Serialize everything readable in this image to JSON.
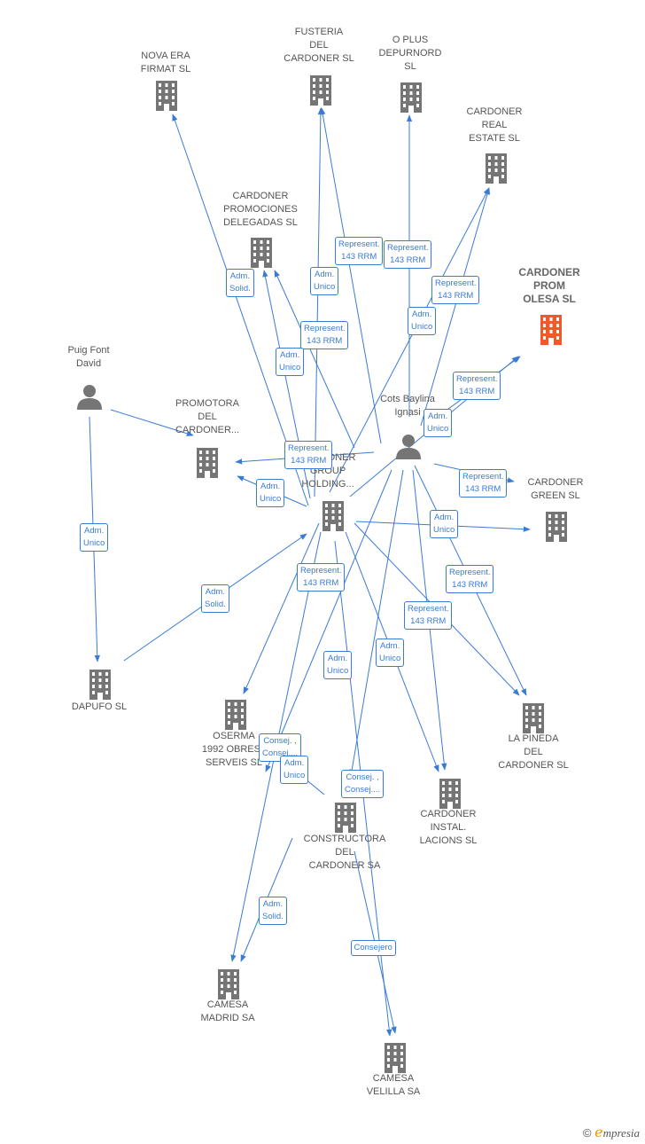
{
  "colors": {
    "edge": "#3a7bd5",
    "company": "#757575",
    "highlight": "#f05a28",
    "person": "#757575"
  },
  "nodes": [
    {
      "id": "nova",
      "label": "NOVA ERA\nFIRMAT  SL",
      "type": "company"
    },
    {
      "id": "fust",
      "label": "FUSTERIA\nDEL\nCARDONER  SL",
      "type": "company"
    },
    {
      "id": "oplus",
      "label": "O PLUS\nDEPURNORD\nSL",
      "type": "company"
    },
    {
      "id": "real",
      "label": "CARDONER\nREAL\nESTATE  SL",
      "type": "company"
    },
    {
      "id": "promdel",
      "label": "CARDONER\nPROMOCIONES\nDELEGADAS  SL",
      "type": "company"
    },
    {
      "id": "olesa",
      "label": "CARDONER\nPROM\nOLESA  SL",
      "type": "highlight"
    },
    {
      "id": "puig",
      "label": "Puig Font\nDavid",
      "type": "person"
    },
    {
      "id": "promotora",
      "label": "PROMOTORA\nDEL\nCARDONER...",
      "type": "company"
    },
    {
      "id": "cots",
      "label": "Cots Baylina\nIgnasi",
      "type": "person"
    },
    {
      "id": "group",
      "label": "CARDONER\nGROUP\nHOLDING...",
      "type": "company"
    },
    {
      "id": "green",
      "label": "CARDONER\nGREEN  SL",
      "type": "company"
    },
    {
      "id": "dapufo",
      "label": "DAPUFO  SL",
      "type": "company"
    },
    {
      "id": "oserma",
      "label": "OSERMA\n1992 OBRES I\nSERVEIS  SL",
      "type": "company"
    },
    {
      "id": "pineda",
      "label": "LA PINEDA\nDEL\nCARDONER  SL",
      "type": "company"
    },
    {
      "id": "constr",
      "label": "CONSTRUCTORA\nDEL\nCARDONER SA",
      "type": "company"
    },
    {
      "id": "instal",
      "label": "CARDONER\nINSTAL.\nLACIONS  SL",
      "type": "company"
    },
    {
      "id": "madrid",
      "label": "CAMESA\nMADRID SA",
      "type": "company"
    },
    {
      "id": "velilla",
      "label": "CAMESA\nVELILLA SA",
      "type": "company"
    }
  ],
  "edges": [
    {
      "from": "cots",
      "to": "fust",
      "label": "Represent.\n143 RRM"
    },
    {
      "from": "cots",
      "to": "oplus",
      "label": "Represent.\n143 RRM"
    },
    {
      "from": "cots",
      "to": "real",
      "label": "Represent.\n143 RRM"
    },
    {
      "from": "cots",
      "to": "promdel",
      "label": "Represent.\n143 RRM"
    },
    {
      "from": "cots",
      "to": "olesa",
      "label": "Represent.\n143 RRM"
    },
    {
      "from": "cots",
      "to": "promotora",
      "label": "Represent.\n143 RRM"
    },
    {
      "from": "cots",
      "to": "green",
      "label": "Represent.\n143 RRM"
    },
    {
      "from": "cots",
      "to": "pineda",
      "label": "Represent.\n143 RRM"
    },
    {
      "from": "cots",
      "to": "instal",
      "label": "Represent.\n143 RRM"
    },
    {
      "from": "group",
      "to": "promotora",
      "label": "Adm.\nUnico"
    },
    {
      "from": "group",
      "to": "nova",
      "label": "Adm.\nSolid."
    },
    {
      "from": "group",
      "to": "fust",
      "label": "Adm.\nUnico"
    },
    {
      "from": "group",
      "to": "promdel",
      "label": "Adm.\nUnico"
    },
    {
      "from": "group",
      "to": "real",
      "label": "Adm.\nUnico"
    },
    {
      "from": "group",
      "to": "olesa",
      "label": "Adm.\nUnico"
    },
    {
      "from": "group",
      "to": "green",
      "label": "Adm.\nUnico"
    },
    {
      "from": "group",
      "to": "oserma",
      "label": "Represent.\n143 RRM"
    },
    {
      "from": "group",
      "to": "pineda",
      "label": "Represent.\n143 RRM"
    },
    {
      "from": "group",
      "to": "instal",
      "label": "Adm.\nUnico"
    },
    {
      "from": "group",
      "to": "velilla",
      "label": "Adm.\nUnico"
    },
    {
      "from": "dapufo",
      "to": "group",
      "label": "Adm.\nSolid."
    },
    {
      "from": "puig",
      "to": "dapufo",
      "label": "Adm.\nUnico"
    },
    {
      "from": "puig",
      "to": "promotora",
      "label": ""
    },
    {
      "from": "cots",
      "to": "oserma",
      "label": "Consej. ,\nConsej...."
    },
    {
      "from": "cots",
      "to": "madrid",
      "label": "Adm.\nUnico"
    },
    {
      "from": "constr",
      "to": "madrid",
      "label": "Consejero"
    },
    {
      "from": "constr",
      "to": "velilla",
      "label": "Consejero"
    },
    {
      "from": "group",
      "to": "oplus",
      "label": "Adm.\nSolid."
    },
    {
      "from": "cots",
      "to": "constr",
      "label": "Consej. ,\nConsej...."
    }
  ],
  "brand": {
    "copyright": "©",
    "initial": "e",
    "name": "mpresia"
  }
}
